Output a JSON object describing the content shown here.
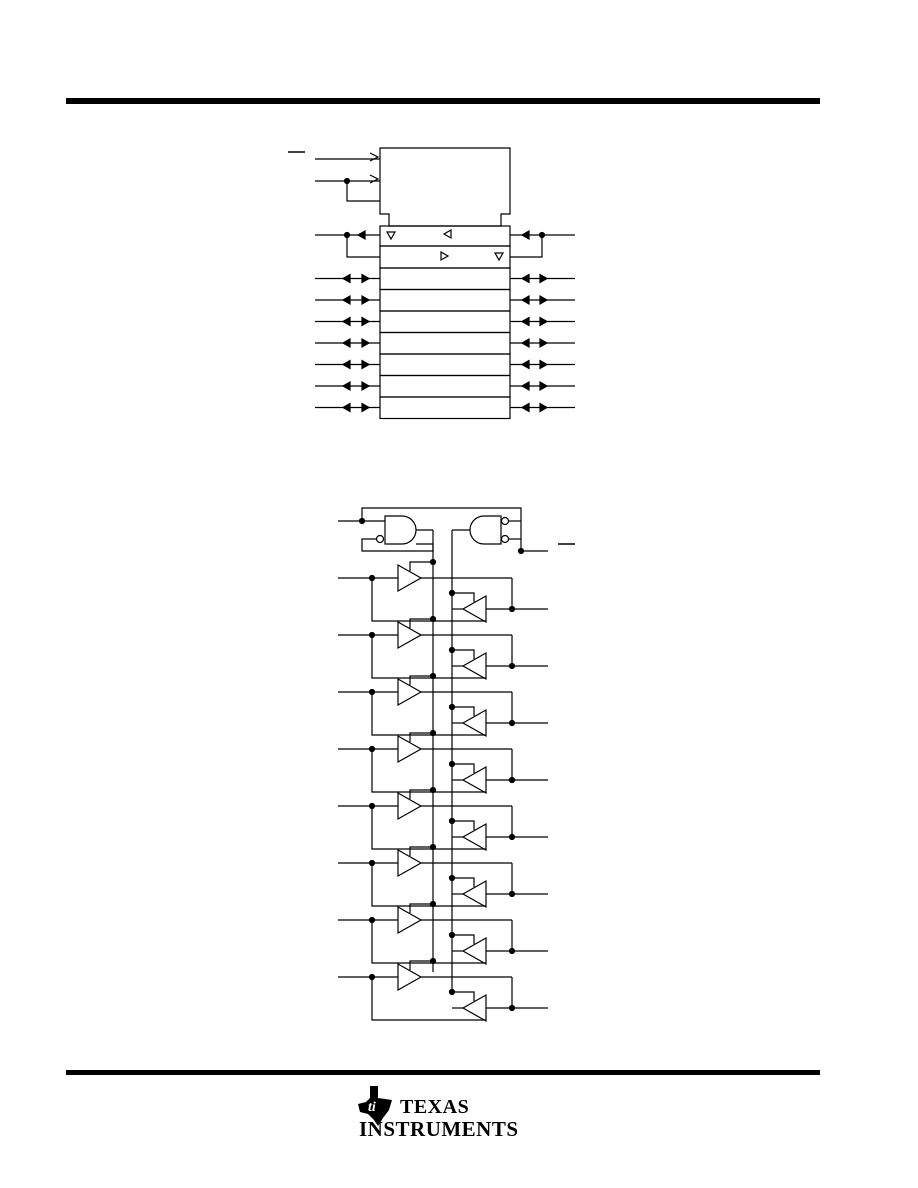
{
  "page": {
    "sheet_title": "",
    "symbol_title": "",
    "diagram_title": ""
  },
  "symbol": {
    "channels": 7
  },
  "logic_diagram": {
    "channels": 8
  },
  "footer": {
    "brand_line_1": "TEXAS",
    "brand_line_2": "INSTRUMENTS",
    "logo_icon": "texas-state-ti-icon"
  }
}
